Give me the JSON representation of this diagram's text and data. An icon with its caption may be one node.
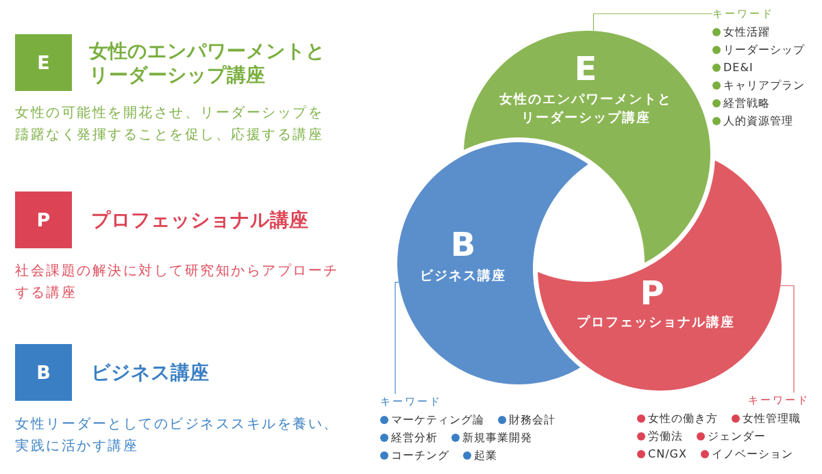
{
  "diagram": {
    "nodes": [
      {
        "text": [
          "E"
        ],
        "beside": [
          "女性のエンパワーメントとリーダーシップ講座",
          "女性の可能性を開花させ、リーダーシップを躊躇なく発揮することを促し、応援する講座"
        ]
      },
      {
        "text": [
          "P"
        ],
        "beside": [
          "プロフェッショナル講座",
          "社会課題の解決に対して研究知からアプローチする講座"
        ]
      },
      {
        "text": [
          "B"
        ],
        "beside": [
          "ビジネス講座",
          "女性リーダーとしてのビジネススキルを養い、実践に活かす講座"
        ]
      },
      {
        "text": [
          "E",
          "女性のエンパワーメントとリーダーシップ講座"
        ]
      },
      {
        "text": [
          "B",
          "ビジネス講座"
        ]
      },
      {
        "text": [
          "P",
          "プロフェッショナル講座"
        ]
      },
      {
        "text": [
          "キーワード",
          "女性活躍",
          "リーダーシップ",
          "DE&I",
          "キャリアプラン",
          "経営戦略",
          "人的資源管理"
        ]
      },
      {
        "text": [
          "キーワード",
          "マーケティング論",
          "財務会計",
          "経営分析",
          "新規事業開発",
          "コーチング",
          "起業"
        ]
      },
      {
        "text": [
          "キーワード",
          "女性の働き方",
          "女性管理職",
          "労働法",
          "ジェンダー",
          "CN/GX",
          "イノベーション"
        ]
      }
    ],
    "edges": [
      {
        "from": 3,
        "to": 6,
        "arrow": "none",
        "color": "#8bb655"
      },
      {
        "from": 4,
        "to": 7,
        "arrow": "none",
        "color": "#4a86c8"
      },
      {
        "from": 5,
        "to": 8,
        "arrow": "none",
        "color": "#e05a63"
      }
    ]
  }
}
